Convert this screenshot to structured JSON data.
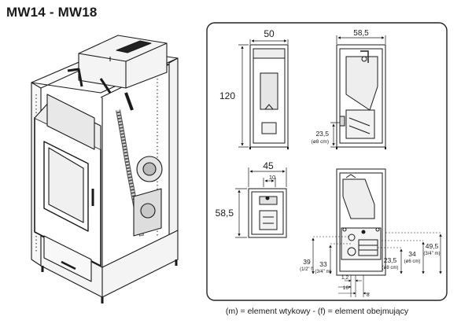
{
  "title": "MW14 - MW18",
  "caption": "(m) = element wtykowy - (f) = element obejmujący",
  "views": {
    "front": {
      "width": "50",
      "height": "120"
    },
    "side": {
      "depth": "58,5",
      "height_label": "23,5",
      "height_sub": "(ø8 cm)"
    },
    "top": {
      "width": "45",
      "inner": "10",
      "depth": "58,5"
    },
    "back": {
      "d1": "39",
      "d1_sub": "(1/2\" f)",
      "d2": "33",
      "d2_sub": "(3/4\" m)",
      "d3": "23,5",
      "d3_sub": "(ø8 cm)",
      "d4": "34",
      "d4_sub": "(ø6 cm)",
      "d5": "49,5",
      "d5_sub": "(3/4\" m)",
      "b1": "1,2",
      "b2": "16",
      "b3": "8"
    }
  },
  "colors": {
    "line": "#1a1a1a",
    "panel_border": "#222222",
    "fill_light": "#f4f4f4",
    "fill_mid": "#d8d8d8"
  }
}
